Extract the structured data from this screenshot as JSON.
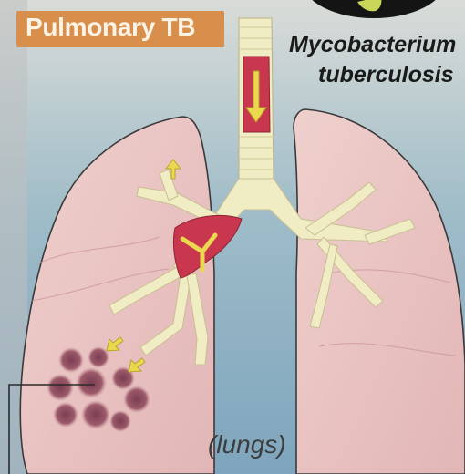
{
  "header": {
    "title": "Pulmonary TB"
  },
  "bacterium": {
    "line1": "Mycobacterium",
    "line2": "tuberculosis"
  },
  "diagram": {
    "organ_label": "(lungs)"
  },
  "colors": {
    "title_bg": "#d88f4c",
    "lung_fill": "#e9c4c2",
    "trachea_red": "#c8374e",
    "bronchi": "#f0ecc4",
    "arrow_yellow": "#ecd84f",
    "infection": "#8c4b5c",
    "microbe_green": "#c9d65a"
  },
  "icons": [
    "microbe-icon",
    "arrow-down-icon",
    "arrow-up-icon",
    "arrow-down-left-icon"
  ]
}
